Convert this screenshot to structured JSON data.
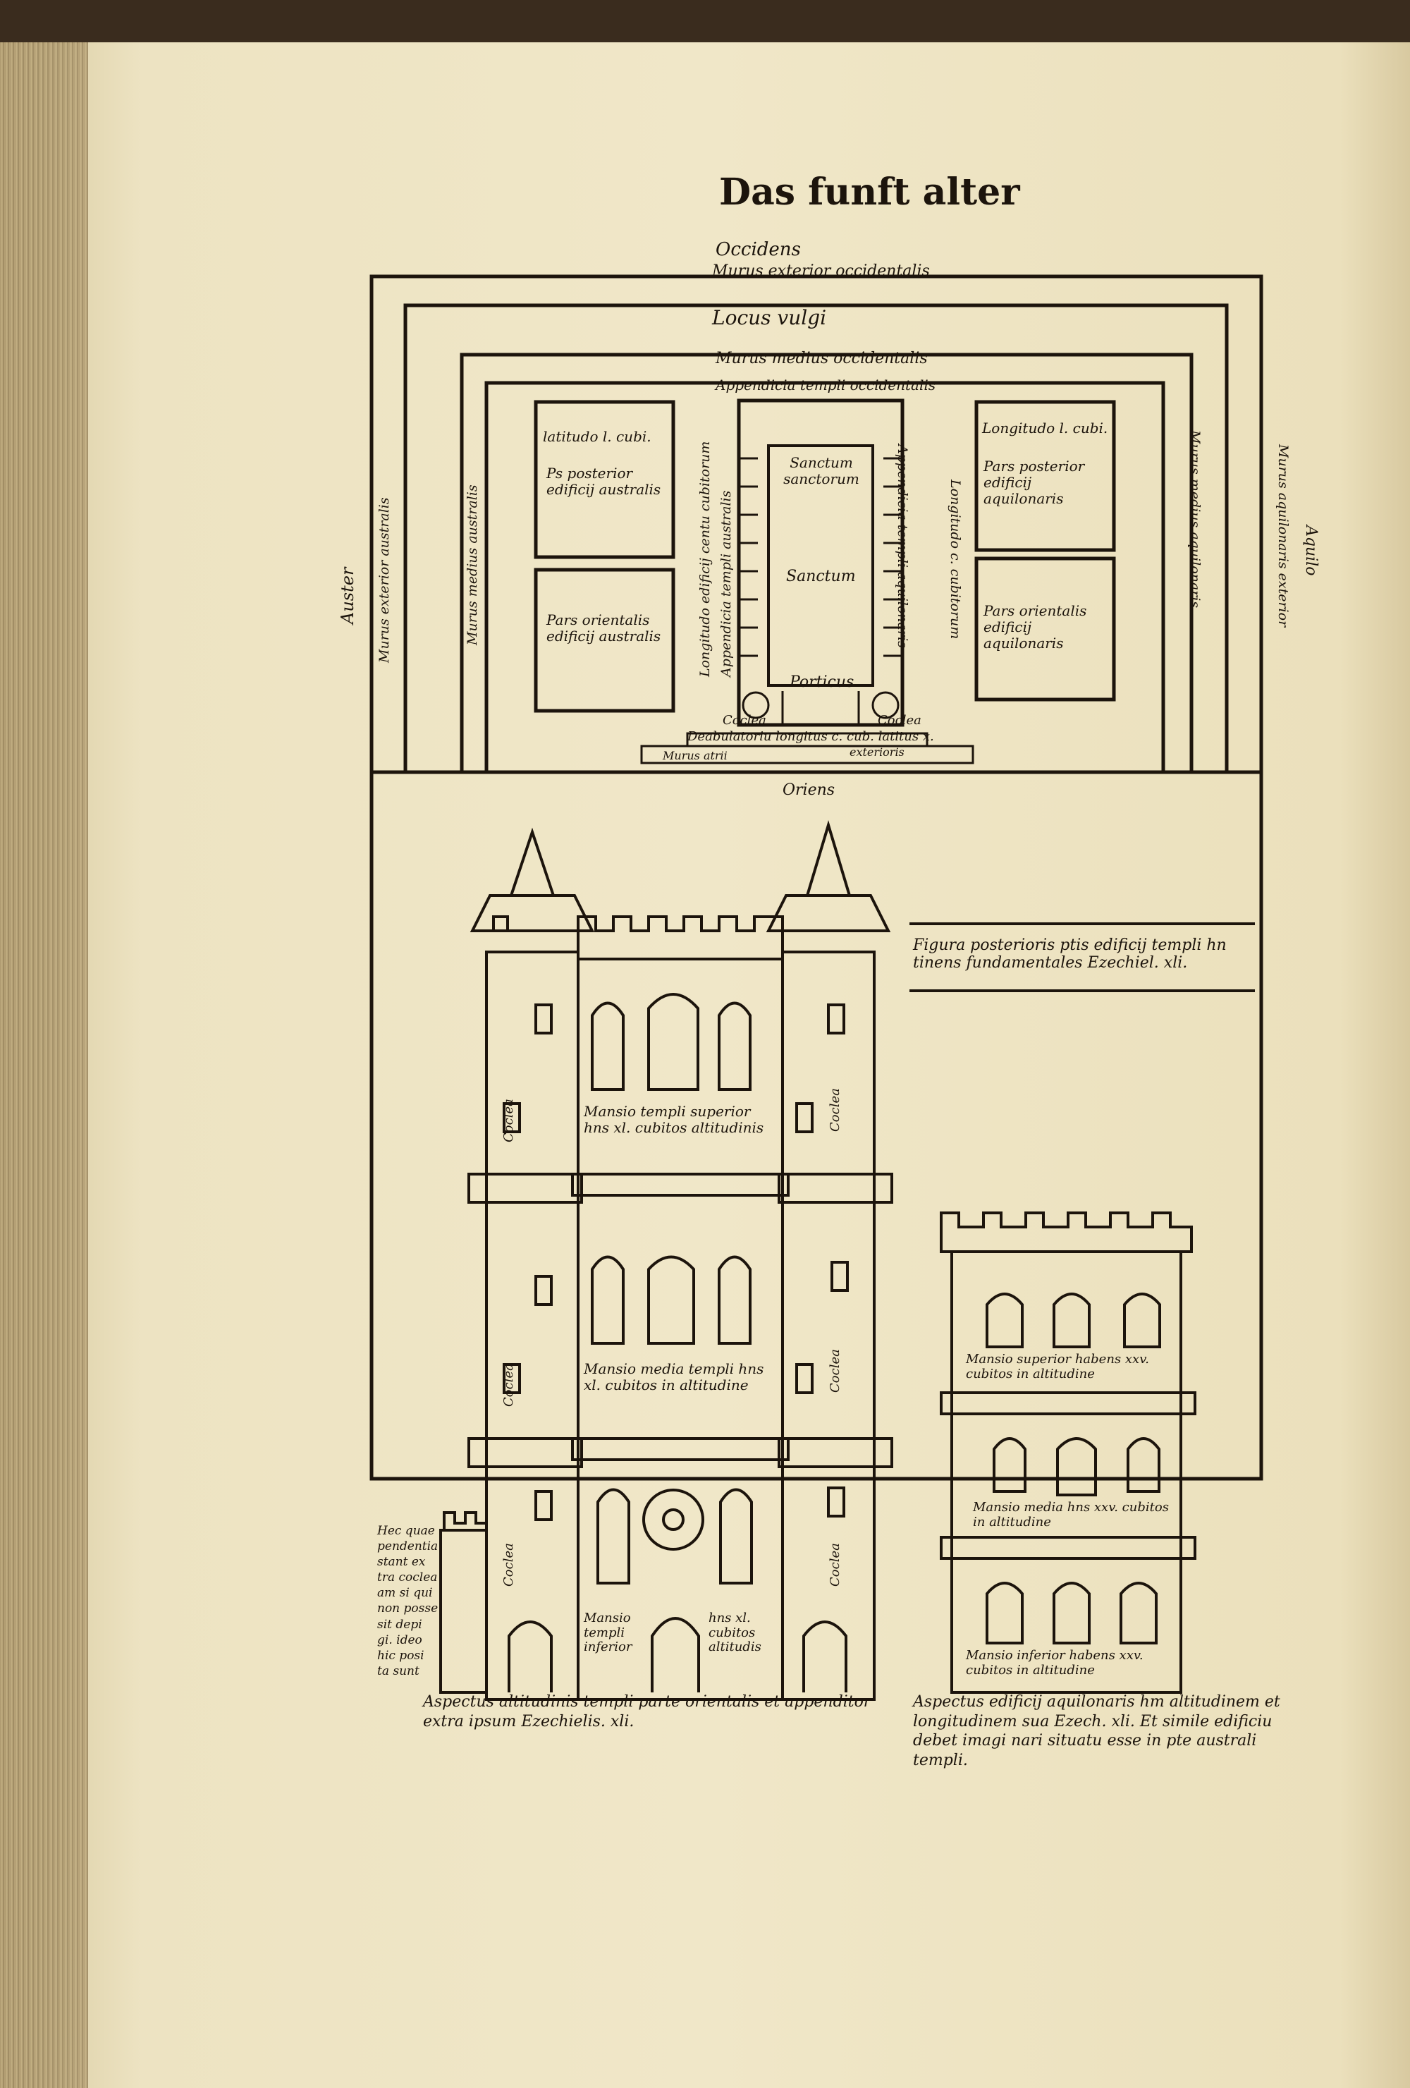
{
  "page_title": "Das funft alter",
  "plan": {
    "occidens": "Occidens",
    "murus_exterior_occidentalis": "Murus exterior occidentalis",
    "locus_vulgi": "Locus vulgi",
    "murus_medius_occidentalis": "Murus medius occidentalis",
    "appendicia_templi_occidentalis": "Appendicia templi occidentalis",
    "latitudo": "latitudo l. cubi.",
    "pars_posterior_australis": "Ps posterior edificij australis",
    "pars_orientalis_australis": "Pars orientalis edificij australis",
    "longitudo_left": "Longitudo edificij centu cubitorum",
    "appendicia_australis": "Appendicia templi australis",
    "sanctum_sanctorum": "Sanctum sanctorum",
    "sanctum": "Sanctum",
    "porticus": "Porticus",
    "appendicia_aquilonaris": "Appendicia templi aquilonaris",
    "longitudo_right": "Longitudo c. cubitorum",
    "longitudo_l": "Longitudo l. cubi.",
    "pars_posterior_aquilonaris": "Pars posterior edificij aquilonaris",
    "pars_orientalis_aquilonaris": "Pars orientalis edificij aquilonaris",
    "murus_medius_australis": "Murus medius australis",
    "murus_exterior_australis": "Murus exterior australis",
    "auster": "Auster",
    "murus_medius_aquilonaris": "Murus medius aquilonaris",
    "murus_aquilonaris_exterior": "Murus aquilonaris exterior",
    "aquilo": "Aquilo",
    "coclea_left": "Coclea",
    "coclea_right": "Coclea",
    "deambulatorium": "Deabulatoriu longitus c. cub. latitus x.",
    "murus_atrii": "Murus atrii",
    "exterioris": "exterioris",
    "oriens": "Oriens"
  },
  "elevation": {
    "figura_caption": "Figura posterioris ptis edificij templi hn tinens fundamentales Ezechiel. xli.",
    "mansio_superior": "Mansio templi superior hns xl. cubitos altitudinis",
    "mansio_media": "Mansio media templi hns xl. cubitos in altitudine",
    "mansio_inferior_a": "Mansio templi inferior",
    "mansio_inferior_b": "hns xl. cubitos altitudis",
    "coclea_1": "Coclea",
    "coclea_2": "Coclea",
    "coclea_3": "Coclea",
    "coclea_4": "Coclea",
    "coclea_5": "Coclea",
    "coclea_6": "Coclea",
    "side_note": "Hec quae pendentia stant ex tra coclea am si qui non posse sit depi gi. ideo hic posi ta sunt",
    "tower_superior": "Mansio superior habens xxv. cubitos in altitudine",
    "tower_media": "Mansio media hns xxv. cubitos in altitudine",
    "tower_inferior": "Mansio inferior habens xxv. cubitos in altitudine",
    "caption_left": "Aspectus altitudinis templi parte orientalis et appenditor extra ipsum Ezechielis. xli.",
    "caption_right": "Aspectus edificij aquilonaris hm altitudinem et longitudinem sua Ezech. xli. Et simile edificiu debet imagi nari situatu esse in pte australi templi."
  }
}
